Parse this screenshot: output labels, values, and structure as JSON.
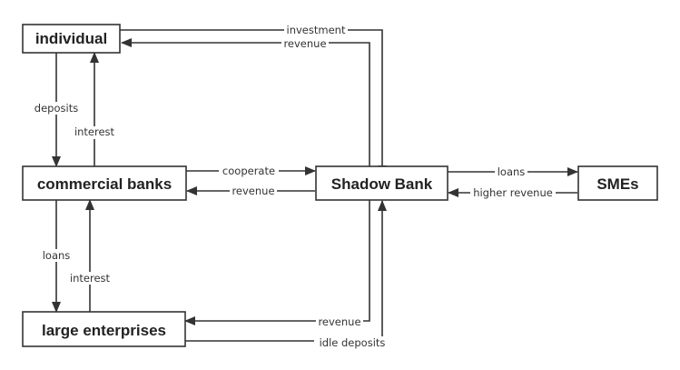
{
  "nodes": {
    "individual": "individual",
    "commercial_banks": "commercial banks",
    "shadow_bank": "Shadow Bank",
    "smes": "SMEs",
    "large_enterprises": "large enterprises"
  },
  "edges": {
    "investment": "investment",
    "revenue_to_individual": "revenue",
    "deposits": "deposits",
    "interest_to_individual": "interest",
    "cooperate": "cooperate",
    "revenue_to_banks": "revenue",
    "loans_to_smes": "loans",
    "higher_revenue": "higher revenue",
    "loans_to_enterprises": "loans",
    "interest_to_banks": "interest",
    "revenue_to_enterprises": "revenue",
    "idle_deposits": "idle deposits"
  },
  "colors": {
    "stroke": "#333333",
    "text": "#222222",
    "background": "#ffffff"
  }
}
